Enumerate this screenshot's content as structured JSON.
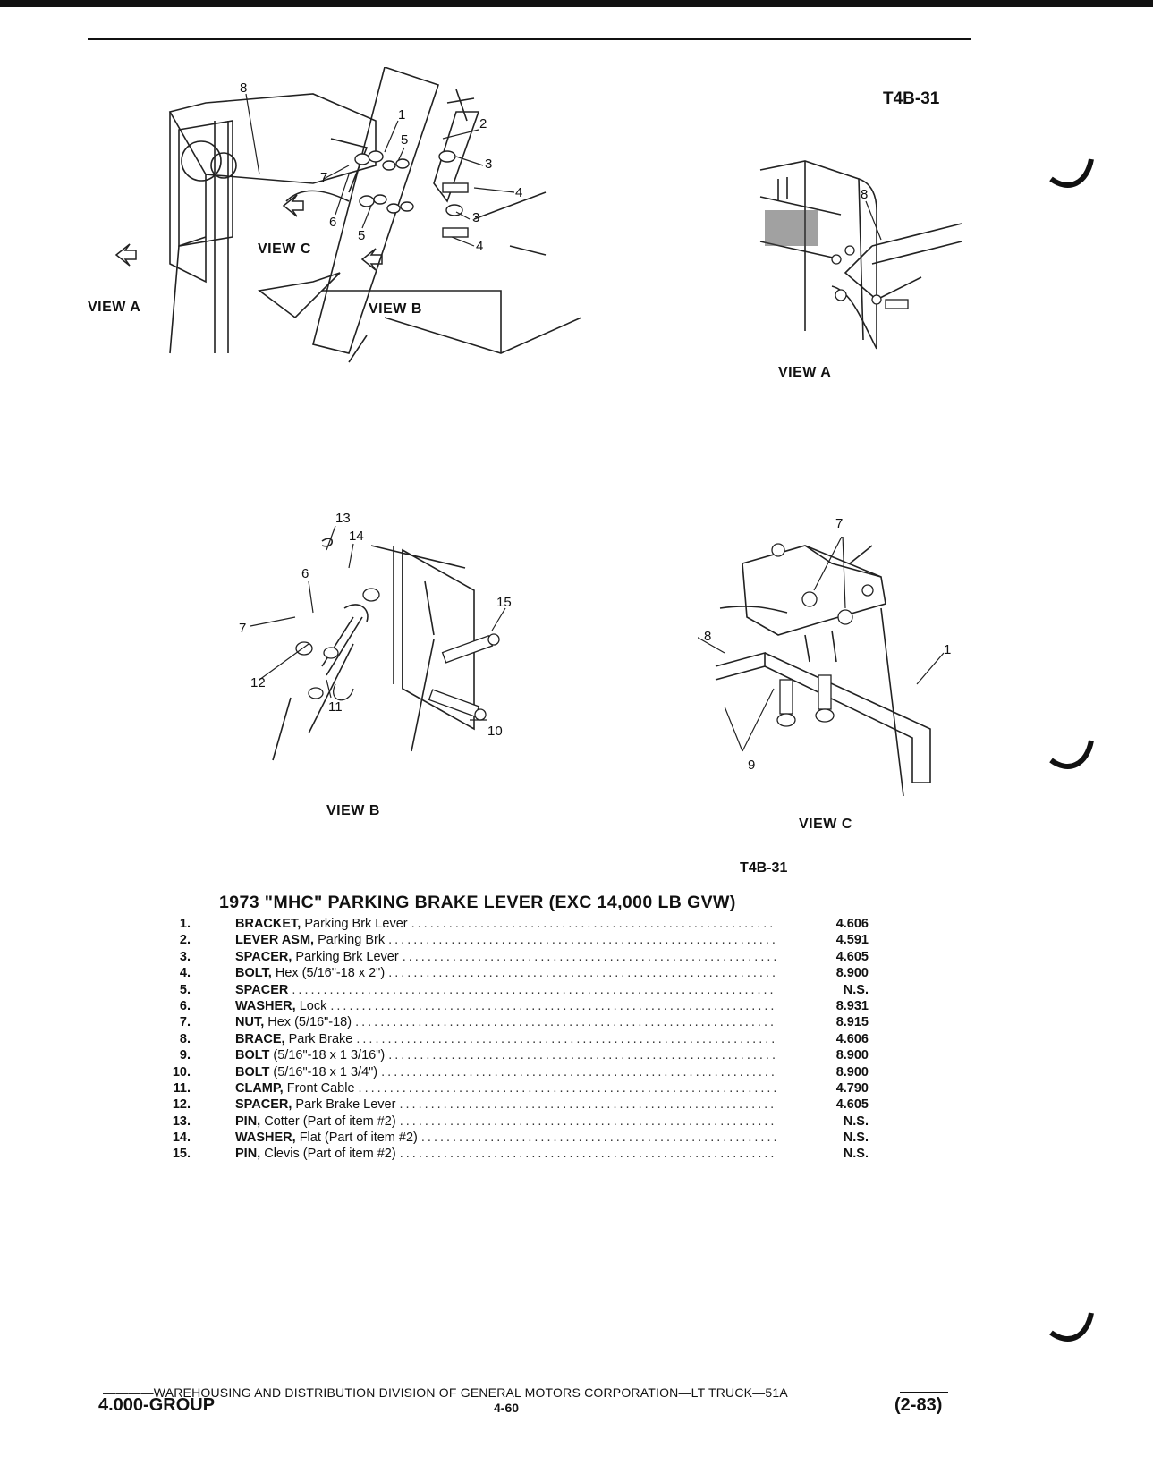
{
  "header": {
    "ref_top": "T4B-31",
    "ref_mid": "T4B-31"
  },
  "figures": {
    "main": {
      "view_a": "VIEW A",
      "view_b": "VIEW B",
      "view_c": "VIEW C",
      "callouts": [
        "8",
        "1",
        "2",
        "5",
        "3",
        "4",
        "7",
        "6",
        "3",
        "5",
        "4"
      ]
    },
    "view_a": {
      "label": "VIEW A",
      "callouts": [
        "8"
      ]
    },
    "view_b": {
      "label": "VIEW B",
      "callouts": [
        "13",
        "14",
        "6",
        "15",
        "7",
        "12",
        "11",
        "10"
      ]
    },
    "view_c": {
      "label": "VIEW C",
      "callouts": [
        "7",
        "8",
        "1",
        "9"
      ]
    }
  },
  "title": "1973 \"MHC\" PARKING BRAKE LEVER (EXC 14,000 LB GVW)",
  "parts": [
    {
      "num": "1.",
      "name": "BRACKET,",
      "desc": " Parking Brk Lever",
      "group": "4.606"
    },
    {
      "num": "2.",
      "name": "LEVER ASM,",
      "desc": " Parking Brk",
      "group": "4.591"
    },
    {
      "num": "3.",
      "name": "SPACER,",
      "desc": " Parking Brk Lever",
      "group": "4.605"
    },
    {
      "num": "4.",
      "name": "BOLT,",
      "desc": " Hex (5/16\"-18 x 2\")",
      "group": "8.900"
    },
    {
      "num": "5.",
      "name": "SPACER",
      "desc": "",
      "group": "N.S."
    },
    {
      "num": "6.",
      "name": "WASHER,",
      "desc": " Lock",
      "group": "8.931"
    },
    {
      "num": "7.",
      "name": "NUT,",
      "desc": " Hex (5/16\"-18)",
      "group": "8.915"
    },
    {
      "num": "8.",
      "name": "BRACE,",
      "desc": " Park Brake",
      "group": "4.606"
    },
    {
      "num": "9.",
      "name": "BOLT",
      "desc": " (5/16\"-18 x 1 3/16\")",
      "group": "8.900"
    },
    {
      "num": "10.",
      "name": "BOLT",
      "desc": " (5/16\"-18 x 1 3/4\")",
      "group": "8.900"
    },
    {
      "num": "11.",
      "name": "CLAMP,",
      "desc": " Front Cable",
      "group": "4.790"
    },
    {
      "num": "12.",
      "name": "SPACER,",
      "desc": " Park Brake Lever",
      "group": "4.605"
    },
    {
      "num": "13.",
      "name": "PIN,",
      "desc": " Cotter (Part of item #2)",
      "group": "N.S."
    },
    {
      "num": "14.",
      "name": "WASHER,",
      "desc": " Flat (Part of item #2)",
      "group": "N.S."
    },
    {
      "num": "15.",
      "name": "PIN,",
      "desc": " Clevis (Part of item #2)",
      "group": "N.S."
    }
  ],
  "footer": {
    "division": "————WAREHOUSING AND DISTRIBUTION  DIVISION OF GENERAL MOTORS CORPORATION—LT TRUCK—51A",
    "group": "4.000-GROUP",
    "page": "4-60",
    "date": "(2-83)"
  }
}
